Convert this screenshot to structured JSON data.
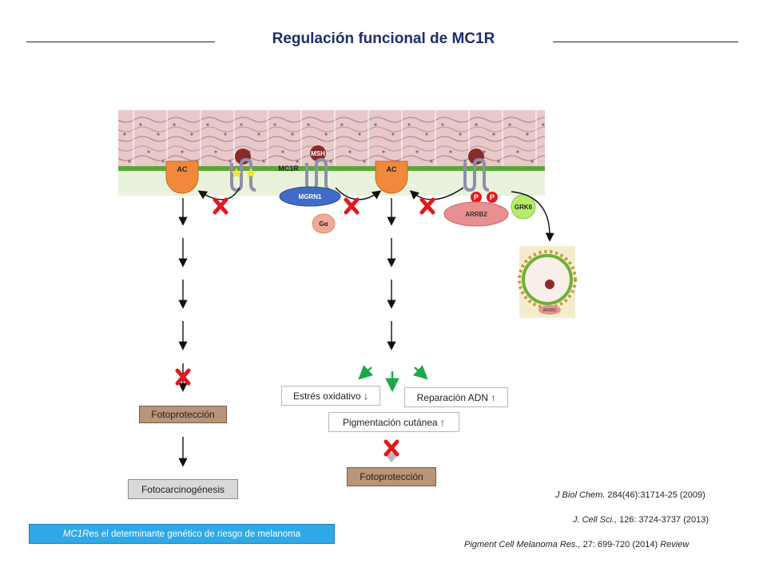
{
  "title": "Regulación funcional de MC1R",
  "membrane_labels": {
    "ac_left": "AC",
    "ac_right": "AC",
    "mc1r": "MC1R",
    "msh": "MSH",
    "mgrn1": "MGRN1",
    "galpha": "Gα",
    "arrb2": "ARRB2",
    "grk6": "GRK6",
    "p1": "P",
    "p2": "P",
    "arrb2_vesicle": "ARRB2"
  },
  "left_branch": {
    "fotoproteccion": "Fotoprotección",
    "fotocarcinogenesis": "Fotocarcinogénesis"
  },
  "right_branch": {
    "estres": "Estrés oxidativo ↓",
    "reparacion": "Reparación ADN ↑",
    "pigmentacion": "Pigmentación cutánea ↑",
    "fotoproteccion": "Fotoprotección"
  },
  "note": {
    "gene": "MC1R",
    "rest": " es el determinante genético de riesgo de melanoma"
  },
  "references": [
    {
      "journal": "J Biol Chem.",
      "details": " 284(46):31714-25   (2009)"
    },
    {
      "journal": "J. Cell Sci.,",
      "details": " 126: 3724-3737  (2013)"
    },
    {
      "journal": "Pigment Cell Melanoma Res.,",
      "details": " 27: 699-720  (2014)",
      "suffix": " Review"
    }
  ],
  "colors": {
    "title": "#1f2d6e",
    "ac": "#f08a3a",
    "membrane_green": "#5aa83a",
    "receptor_grey": "#8e90a8",
    "ligand": "#8b2a2a",
    "mgrn1": "#3f6cc9",
    "galpha": "#f2a896",
    "arrb2": "#e89090",
    "grk6": "#b7ec6a",
    "inhibit_cross": "#e0191f",
    "green_arrow": "#1aa84a",
    "note_blue": "#2ea8e6"
  }
}
